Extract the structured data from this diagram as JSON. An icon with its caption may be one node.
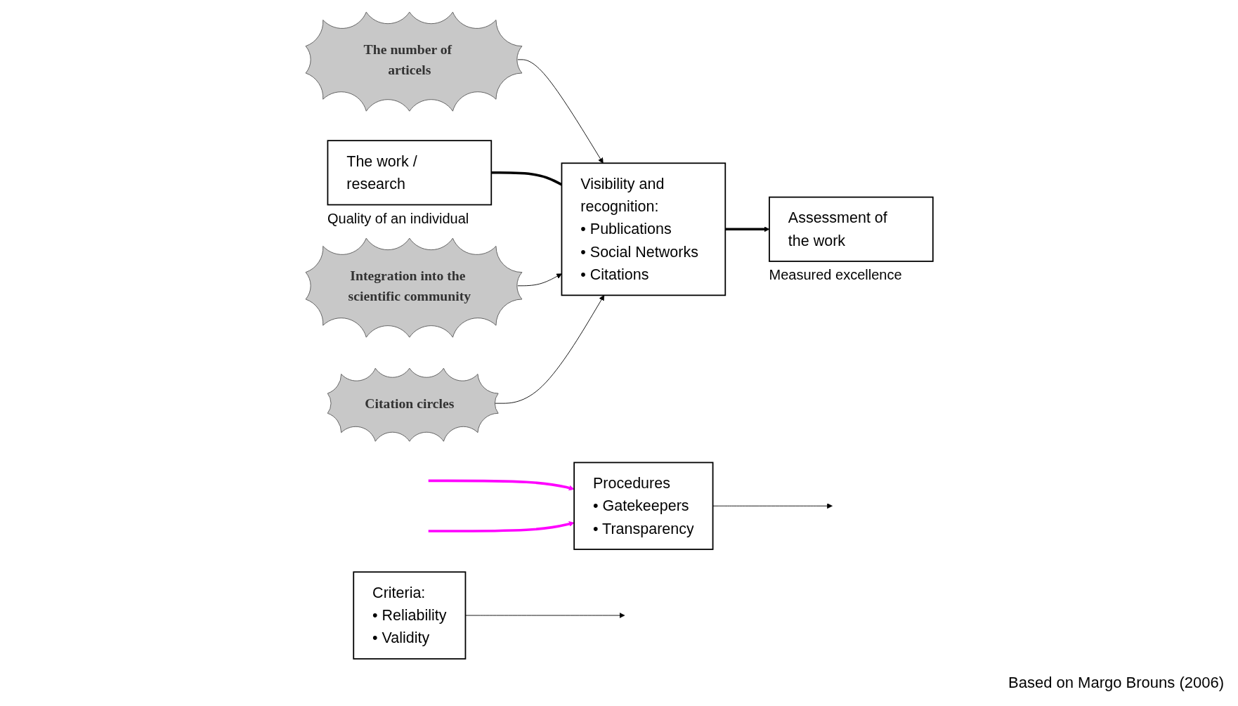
{
  "diagram": {
    "nodes": [
      {
        "text": [
          "The number of articels"
        ]
      },
      {
        "text": [
          "Criteria:",
          "• Reliability",
          "• Validity"
        ]
      },
      {
        "text": [
          "The work / research"
        ],
        "beside": [
          "Quality of an individual"
        ]
      },
      {
        "text": [
          "Visibility and recognition:",
          "• Publications",
          "• Social Networks",
          "• Citations"
        ]
      },
      {
        "text": [
          "Assessment of the work"
        ],
        "beside": [
          "Measured excellence"
        ]
      },
      {
        "text": [
          "Procedures",
          "• Gatekeepers",
          "• Transparency"
        ]
      },
      {
        "text": [
          "Integration into the scientific community"
        ]
      },
      {
        "text": [
          "Citation circles"
        ]
      }
    ],
    "edges": [
      {
        "from": 0,
        "to": 3,
        "arrow": "to"
      },
      {
        "from": 2,
        "to": 3,
        "arrow": "none",
        "style": "thick"
      },
      {
        "from": 3,
        "to": 4,
        "arrow": "to",
        "style": "thick"
      },
      {
        "from": 1,
        "to": null,
        "arrow": "to"
      },
      {
        "from": 5,
        "to": null,
        "arrow": "to"
      },
      {
        "from": 6,
        "to": 3,
        "arrow": "to"
      },
      {
        "from": 7,
        "to": 3,
        "arrow": "to"
      },
      {
        "from": null,
        "to": 5,
        "arrow": "to",
        "style": "thick",
        "color": "#ff00ff"
      },
      {
        "from": null,
        "to": 5,
        "arrow": "to",
        "style": "thick",
        "color": "#ff00ff"
      }
    ],
    "labels": [
      "Based on Margo Brouns (2006)"
    ]
  }
}
